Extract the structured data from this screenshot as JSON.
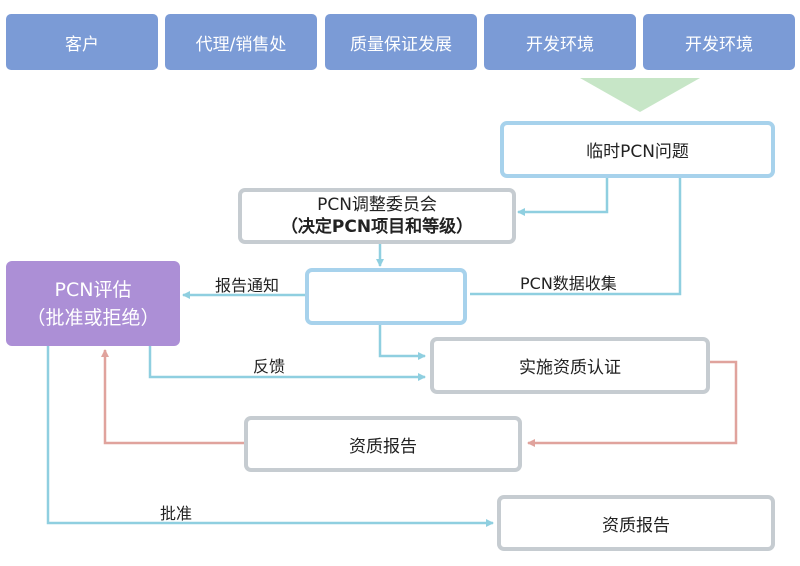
{
  "lanes": [
    "客户",
    "代理/销售处",
    "质量保证发展",
    "开发环境",
    "开发环境"
  ],
  "boxes": {
    "temp_pcn": "临时PCN问题",
    "committee_line1": "PCN调整委员会",
    "committee_line2": "（决定PCN项目和等级）",
    "middle": "",
    "eval_line1": "PCN评估",
    "eval_line2": "（批准或拒绝）",
    "implement": "实施资质认证",
    "report1": "资质报告",
    "report2": "资质报告"
  },
  "edge_labels": {
    "notice": "报告通知",
    "data_collect": "PCN数据收集",
    "feedback": "反馈",
    "approve": "批准"
  },
  "colors": {
    "lane": "#7b9bd6",
    "blue_arrow": "#8fcfe0",
    "red_arrow": "#e0a39d",
    "purple": "#ac8fd6",
    "green_arrow": "#c7e6c7"
  }
}
